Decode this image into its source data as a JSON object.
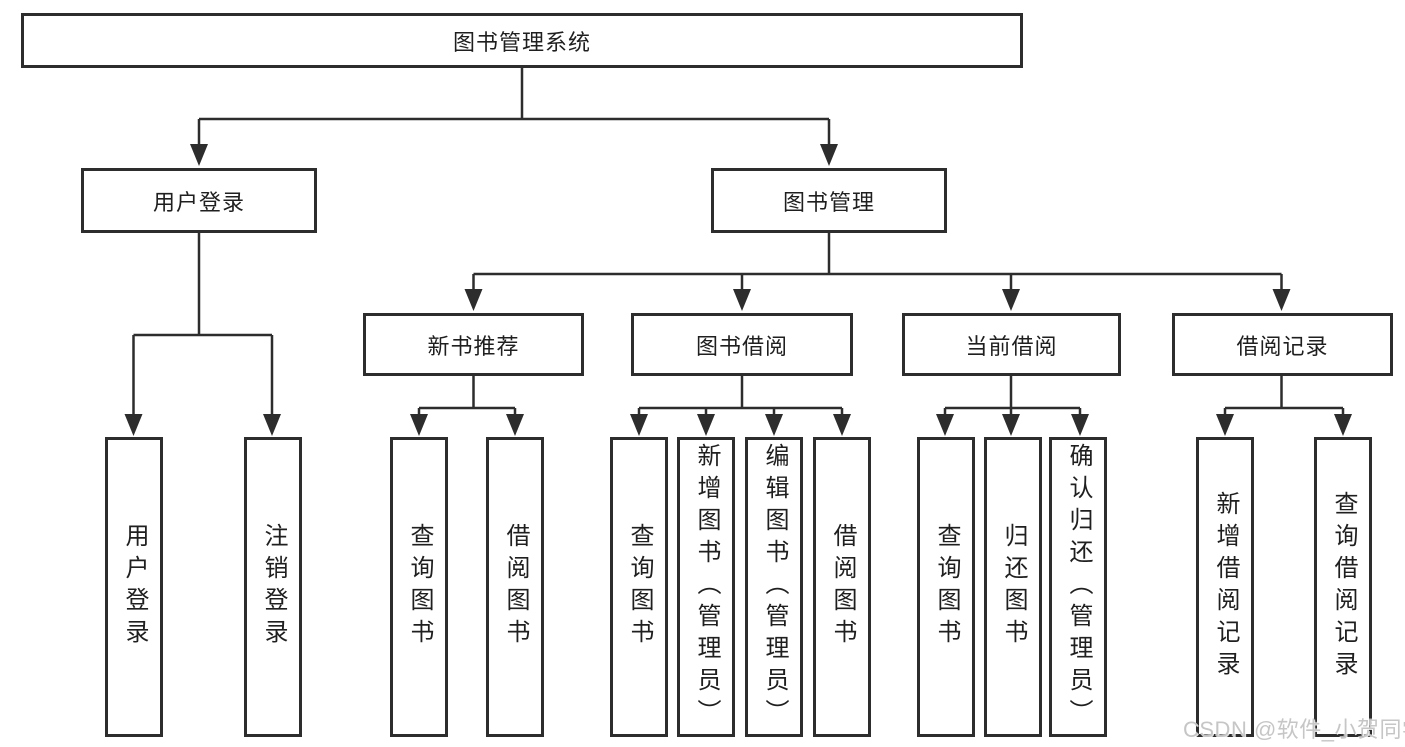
{
  "tree": {
    "root": "图书管理系统",
    "children": [
      {
        "label": "用户登录",
        "children": [
          {
            "label": "用户登录"
          },
          {
            "label": "注销登录"
          }
        ]
      },
      {
        "label": "图书管理",
        "children": [
          {
            "label": "新书推荐",
            "children": [
              {
                "label": "查询图书"
              },
              {
                "label": "借阅图书"
              }
            ]
          },
          {
            "label": "图书借阅",
            "children": [
              {
                "label": "查询图书"
              },
              {
                "label": "新增图书（管理员）"
              },
              {
                "label": "编辑图书（管理员）"
              },
              {
                "label": "借阅图书"
              }
            ]
          },
          {
            "label": "当前借阅",
            "children": [
              {
                "label": "查询图书"
              },
              {
                "label": "归还图书"
              },
              {
                "label": "确认归还（管理员）"
              }
            ]
          },
          {
            "label": "借阅记录",
            "children": [
              {
                "label": "新增借阅记录"
              },
              {
                "label": "查询借阅记录"
              }
            ]
          }
        ]
      }
    ]
  },
  "watermark": {
    "text": "CSDN @软件_小贺同学"
  },
  "colors": {
    "line": "#2d2d2d",
    "border": "#2d2d2d",
    "text": "#1f1f1f",
    "watermark": "#c6c6c6",
    "background": "#ffffff"
  }
}
